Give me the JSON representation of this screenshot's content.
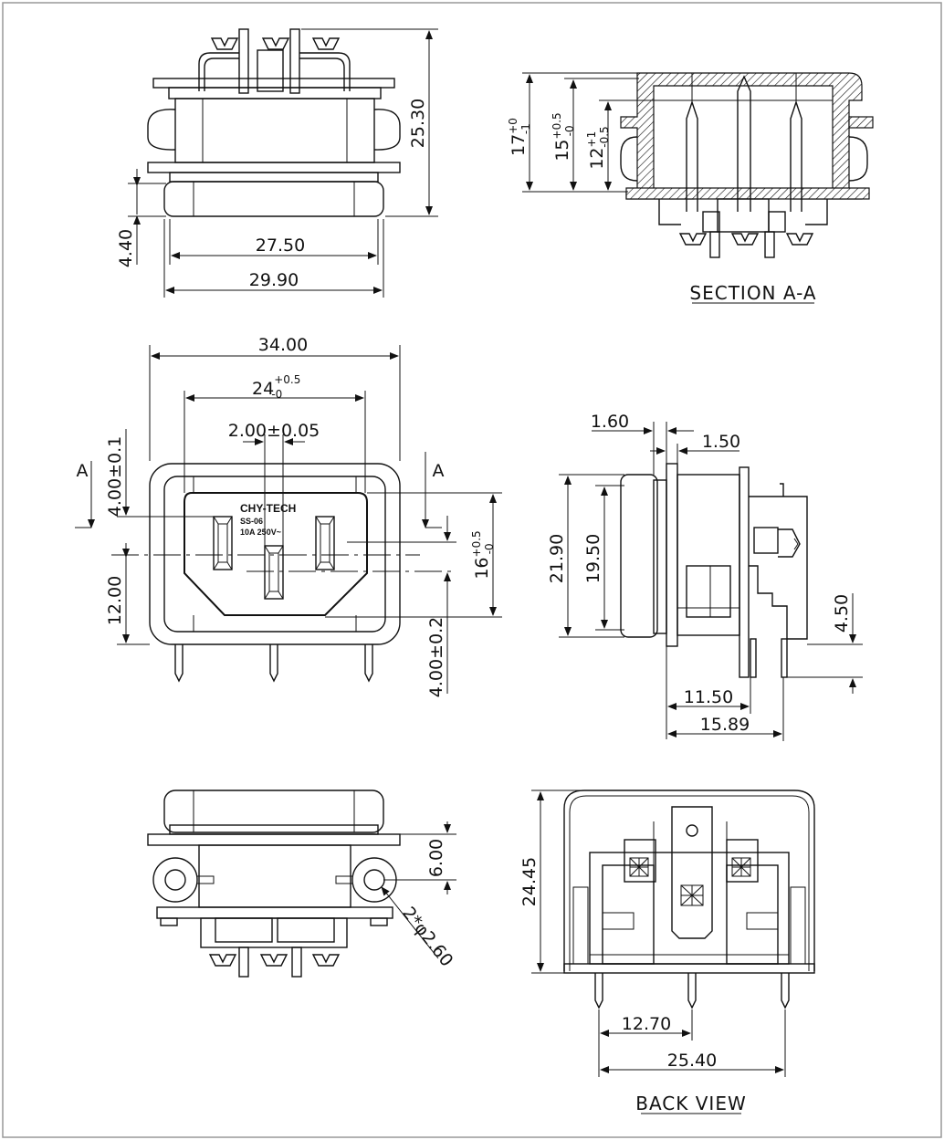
{
  "views": {
    "top": {
      "dims": {
        "height": "25.30",
        "flange": "4.40",
        "inner_width": "27.50",
        "outer_width": "29.90"
      }
    },
    "section": {
      "title": "SECTION A-A",
      "dims": {
        "h17": "17",
        "h17_plus": "+0",
        "h17_minus": "-1",
        "h15": "15",
        "h15_plus": "+0.5",
        "h15_minus": "-0",
        "h12": "12",
        "h12_plus": "+1",
        "h12_minus": "-0.5"
      }
    },
    "front": {
      "brand": "CHY-TECH",
      "model": "SS-06",
      "rating": "10A 250V~",
      "section_mark_left": "A",
      "section_mark_right": "A",
      "dims": {
        "width": "34.00",
        "opening": "24",
        "opening_plus": "+0.5",
        "opening_minus": "-0",
        "pin_pitch": "2.00±0.05",
        "top_off": "4.00±0.1",
        "bottom_off": "12.00",
        "right_off": "4.00±0.2",
        "opening_h": "16",
        "opening_h_plus": "+0.5",
        "opening_h_minus": "-0"
      }
    },
    "side": {
      "dims": {
        "t1": "1.60",
        "t2": "1.50",
        "h_outer": "21.90",
        "h_inner": "19.50",
        "pin": "4.50",
        "d1": "11.50",
        "d2": "15.89"
      }
    },
    "bottom": {
      "dims": {
        "hole_off": "6.00",
        "holes": "2*φ2.60"
      }
    },
    "back": {
      "title": "BACK VIEW",
      "dims": {
        "height": "24.45",
        "pitch": "12.70",
        "span": "25.40"
      }
    }
  }
}
